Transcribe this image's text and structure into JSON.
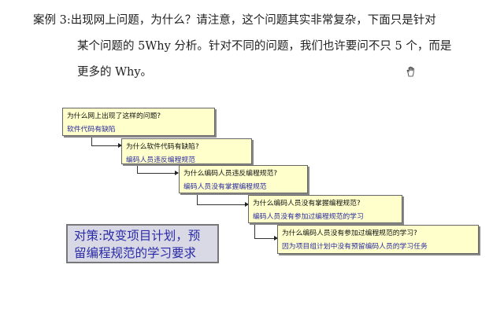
{
  "document": {
    "paragraph": {
      "line1": "案例 3:出现网上问题，为什么？请注意，这个问题其实非常复杂，下面只是针对",
      "line2": "某个问题的 5Why 分析。针对不同的问题，我们也许要问不只 5 个，而是",
      "line3": "更多的 Why。"
    },
    "cursor_icon": "hand-cursor-icon"
  },
  "diagram": {
    "type": "5-why cascade",
    "steps": [
      {
        "question": "为什么网上出现了这样的问题?",
        "answer": "软件代码有缺陷"
      },
      {
        "question": "为什么软件代码有缺陷?",
        "answer": "编码人员违反编程规范"
      },
      {
        "question": "为什么编码人员违反编程规范?",
        "answer": "编码人员没有掌握编程规范"
      },
      {
        "question": "为什么编码人员没有掌握编程规范?",
        "answer": "编码人员没有参加过编程规范的学习"
      },
      {
        "question": "为什么编码人员没有参加过编程规范的学习?",
        "answer": "因为项目组计划中没有预留编码人员的学习任务"
      }
    ],
    "countermeasure": {
      "line1": "对策:改变项目计划，预",
      "line2": "留编程规范的学习要求"
    },
    "colors": {
      "box_fill": "#ffffcc",
      "answer_text": "#2a2a9e",
      "countermeasure_fill": "#d9d9e6",
      "countermeasure_text": "#2a2aa8"
    }
  }
}
